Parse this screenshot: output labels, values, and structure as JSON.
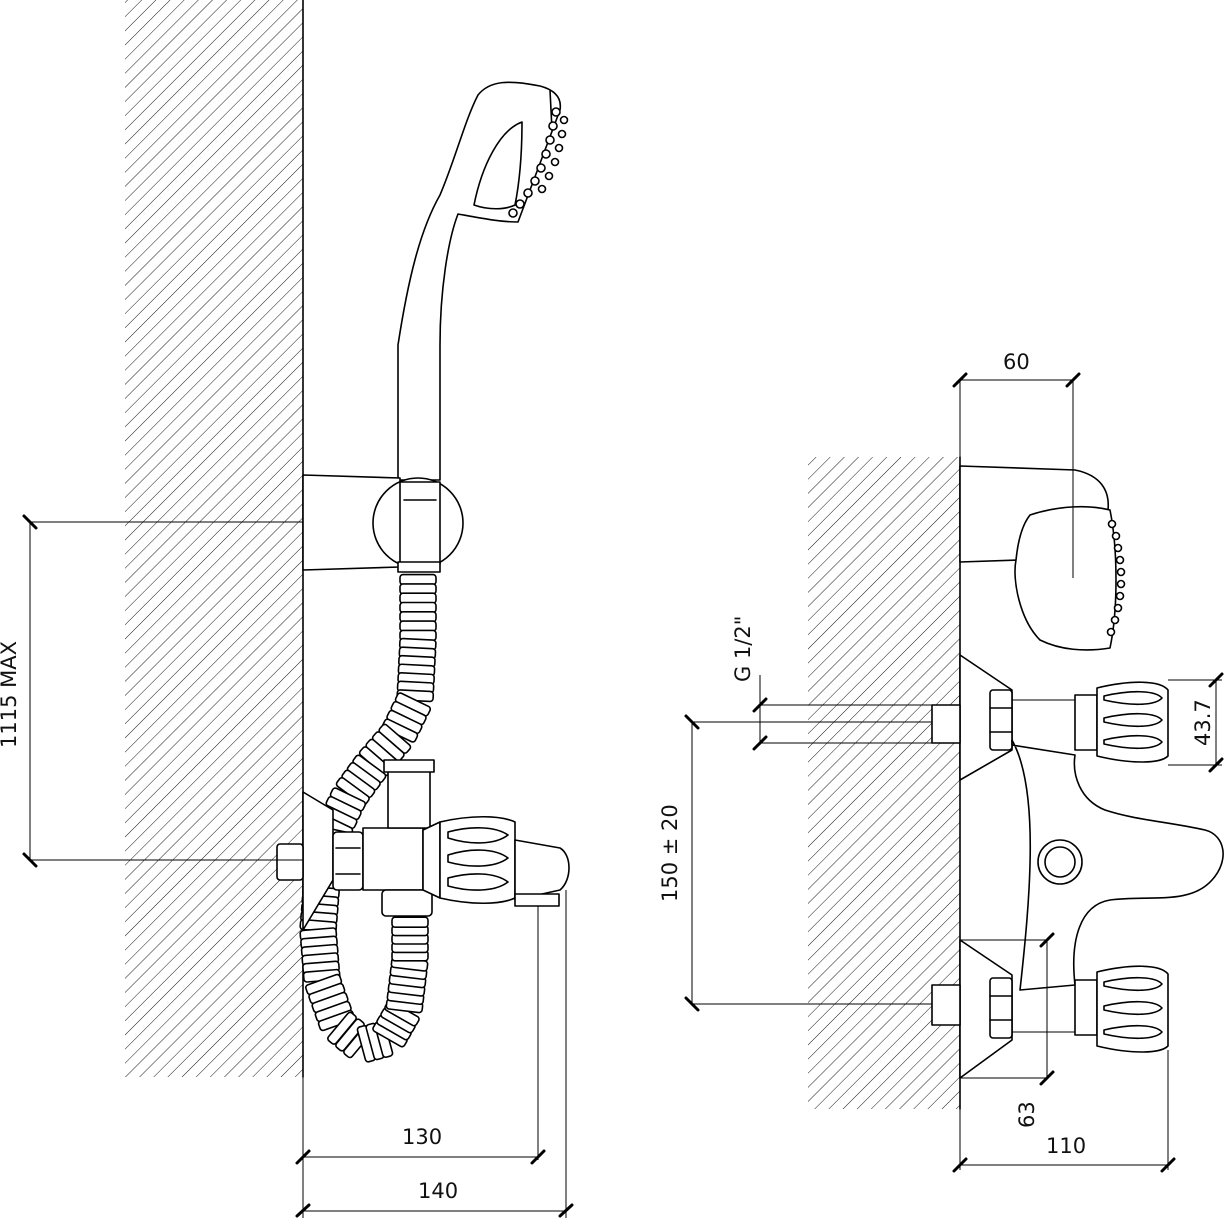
{
  "dimensions": {
    "side_view": {
      "height_max": "1115 MAX",
      "depth_130": "130",
      "depth_140": "140"
    },
    "front_view": {
      "width_60": "60",
      "thread": "G 1/2\"",
      "spacing": "150 ± 20",
      "knob_43_7": "43.7",
      "height_63": "63",
      "width_110": "110"
    }
  }
}
